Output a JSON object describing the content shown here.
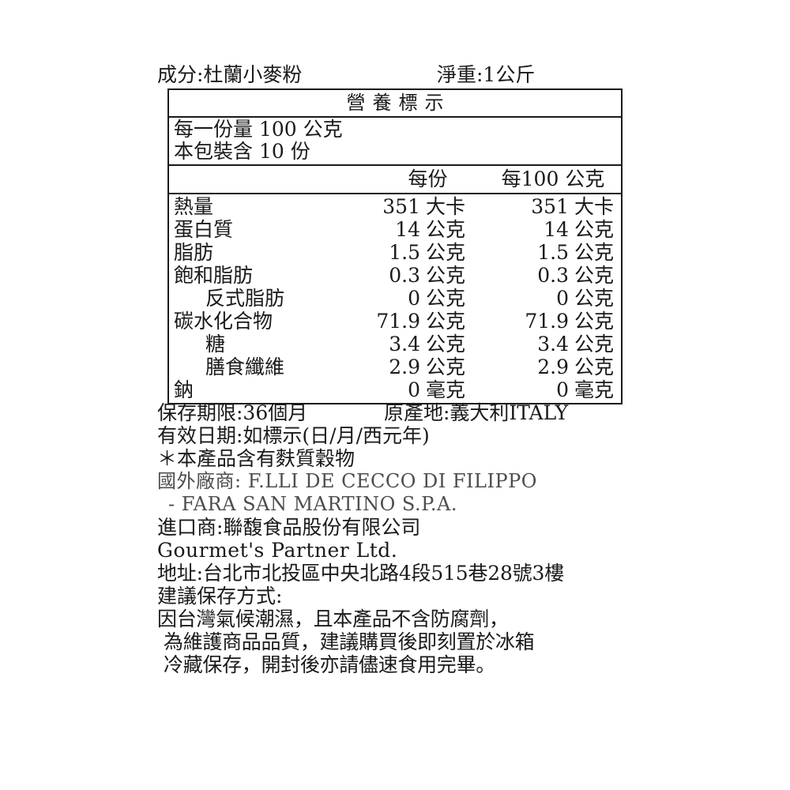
{
  "header": {
    "ingredients": "成分:杜蘭小麥粉",
    "net_weight": "淨重:1公斤"
  },
  "nutrition_table": {
    "title": "營養標示",
    "serving_size": "每一份量 100 公克",
    "servings_per_container": "本包裝含 10 份",
    "column_headers": {
      "per_serving": "每份",
      "per_100g": "每100 公克"
    },
    "rows": [
      {
        "label": "熱量",
        "indent": false,
        "per_serving_value": "351",
        "per_serving_unit": "大卡",
        "per_100g_value": "351",
        "per_100g_unit": "大卡"
      },
      {
        "label": "蛋白質",
        "indent": false,
        "per_serving_value": "14",
        "per_serving_unit": "公克",
        "per_100g_value": "14",
        "per_100g_unit": "公克"
      },
      {
        "label": "脂肪",
        "indent": false,
        "per_serving_value": "1.5",
        "per_serving_unit": "公克",
        "per_100g_value": "1.5",
        "per_100g_unit": "公克"
      },
      {
        "label": "飽和脂肪",
        "indent": false,
        "per_serving_value": "0.3",
        "per_serving_unit": "公克",
        "per_100g_value": "0.3",
        "per_100g_unit": "公克"
      },
      {
        "label": "反式脂肪",
        "indent": true,
        "per_serving_value": "0",
        "per_serving_unit": "公克",
        "per_100g_value": "0",
        "per_100g_unit": "公克"
      },
      {
        "label": "碳水化合物",
        "indent": false,
        "per_serving_value": "71.9",
        "per_serving_unit": "公克",
        "per_100g_value": "71.9",
        "per_100g_unit": "公克"
      },
      {
        "label": "糖",
        "indent": true,
        "per_serving_value": "3.4",
        "per_serving_unit": "公克",
        "per_100g_value": "3.4",
        "per_100g_unit": "公克"
      },
      {
        "label": "膳食纖維",
        "indent": true,
        "per_serving_value": "2.9",
        "per_serving_unit": "公克",
        "per_100g_value": "2.9",
        "per_100g_unit": "公克"
      },
      {
        "label": "鈉",
        "indent": false,
        "per_serving_value": "0",
        "per_serving_unit": "毫克",
        "per_100g_value": "0",
        "per_100g_unit": "毫克"
      }
    ]
  },
  "footer": {
    "shelf_life": "保存期限:36個月",
    "origin": "原產地:義大利ITALY",
    "expiry": "有效日期:如標示(日/月/西元年)",
    "allergen": "＊本產品含有麩質穀物",
    "manufacturer_line1": "國外廠商: F.LLI DE CECCO DI FILIPPO",
    "manufacturer_line2": "- FARA SAN MARTINO S.P.A.",
    "importer": "進口商:聯馥食品股份有限公司",
    "importer_en": "Gourmet's Partner Ltd.",
    "address": "地址:台北市北投區中央北路4段515巷28號3樓",
    "storage_title": "建議保存方式:",
    "storage_line1": "因台灣氣候潮濕，且本產品不含防腐劑，",
    "storage_line2": "為維護商品品質，建議購買後即刻置於冰箱",
    "storage_line3": "冷藏保存，開封後亦請儘速食用完畢。"
  }
}
